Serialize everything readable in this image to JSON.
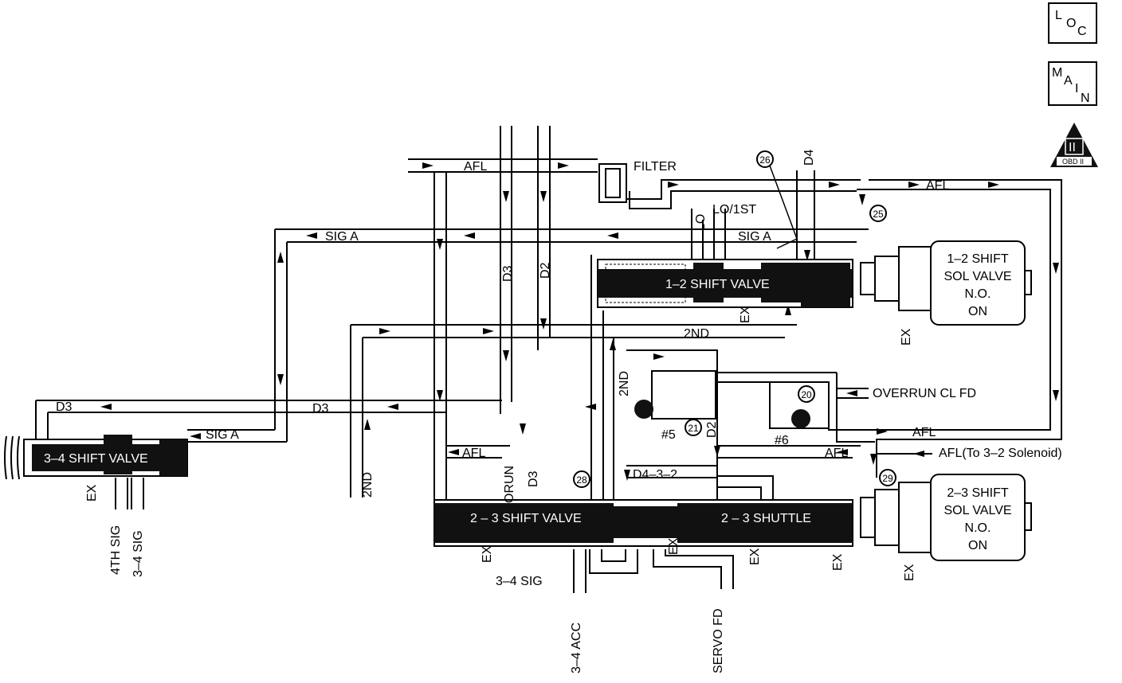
{
  "nav": {
    "loc_top": "L",
    "loc_mid": "O",
    "loc_bot": "C",
    "main_m": "M",
    "main_a": "A",
    "main_i": "I",
    "main_n": "N",
    "obd_numeral": "II",
    "obd_text": "OBD II"
  },
  "labels": {
    "afl": "AFL",
    "filter": "FILTER",
    "sig_a": "SIG A",
    "lo": "LO",
    "lo_1st": "LO/1ST",
    "d4": "D4",
    "d3": "D3",
    "d2": "D2",
    "second": "2ND",
    "ex": "EX",
    "overrun_cl_fd": "OVERRUN CL FD",
    "check_5": "#5",
    "check_6": "#6",
    "orun": "ORUN",
    "d4_3_2": "D4–3–2",
    "afl_to_solenoid": "AFL(To 3–2 Solenoid)",
    "fourth_sig": "4TH SIG",
    "sig_3_4": "3–4 SIG",
    "sig_3_4_b": "3–4 SIG",
    "acc_3_4": "3–4 ACC",
    "servo_fd": "SERVO FD"
  },
  "valves": {
    "shift_12": "1–2 SHIFT VALVE",
    "shift_23": "2 – 3 SHIFT VALVE",
    "shuttle_23": "2 – 3 SHUTTLE",
    "shift_34": "3–4 SHIFT VALVE"
  },
  "solenoids": {
    "sol_12": {
      "line1": "1–2 SHIFT",
      "line2": "SOL VALVE",
      "line3": "N.O.",
      "line4": "ON"
    },
    "sol_23": {
      "line1": "2–3 SHIFT",
      "line2": "SOL VALVE",
      "line3": "N.O.",
      "line4": "ON"
    }
  },
  "orifices": {
    "o26": "26",
    "o25": "25",
    "o20": "20",
    "o21": "21",
    "o28": "28",
    "o29": "29"
  }
}
